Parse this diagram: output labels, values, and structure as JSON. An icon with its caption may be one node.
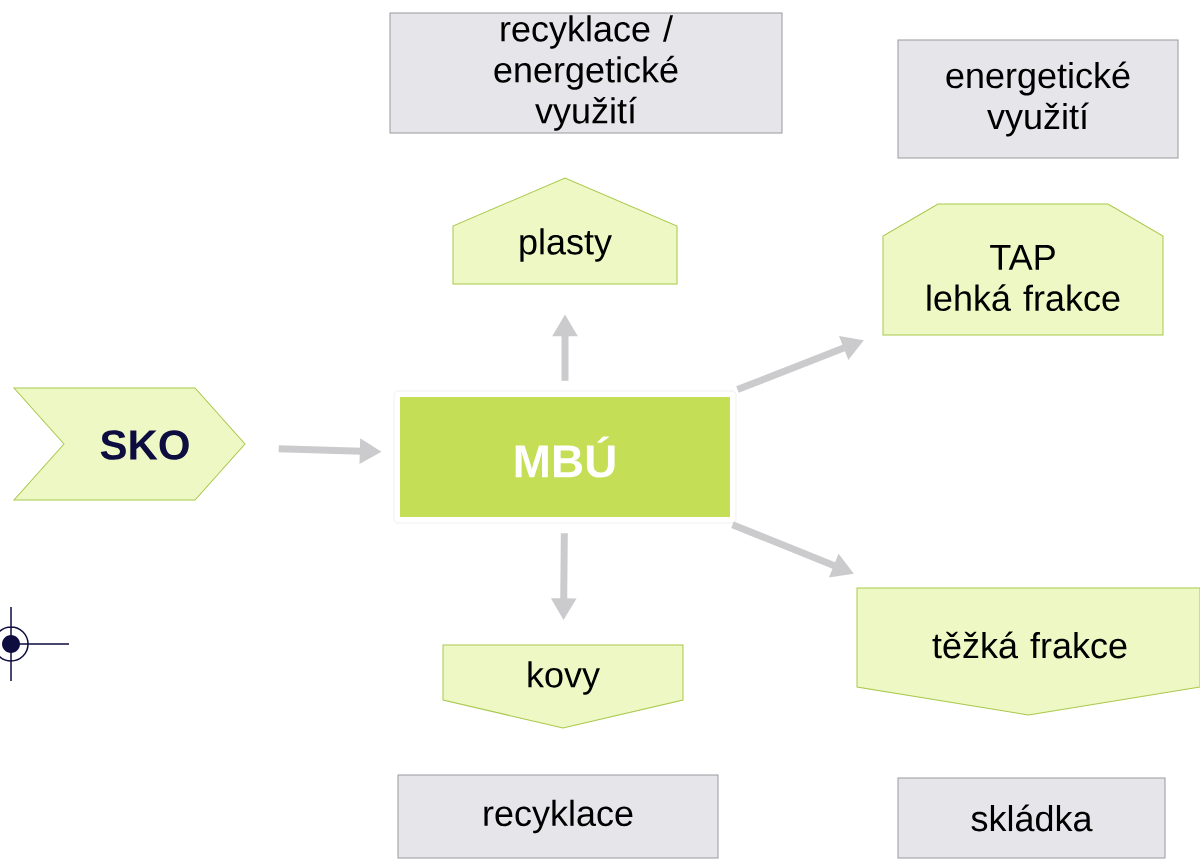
{
  "diagram": {
    "nodes": [
      {
        "text": [
          "SKO"
        ]
      },
      {
        "text": [
          "MBÚ"
        ]
      },
      {
        "text": [
          "recyklace / energetické využití"
        ]
      },
      {
        "text": [
          "plasty"
        ]
      },
      {
        "text": [
          "energetické využití"
        ]
      },
      {
        "text": [
          "TAP",
          "lehká frakce"
        ]
      },
      {
        "text": [
          "kovy"
        ]
      },
      {
        "text": [
          "těžká frakce"
        ]
      },
      {
        "text": [
          "recyklace"
        ]
      },
      {
        "text": [
          "skládka"
        ]
      }
    ],
    "edges": [
      {
        "from": 0,
        "to": 1,
        "arrow": "to"
      },
      {
        "from": 1,
        "to": 3,
        "arrow": "to"
      },
      {
        "from": 1,
        "to": 5,
        "arrow": "to"
      },
      {
        "from": 1,
        "to": 6,
        "arrow": "to"
      },
      {
        "from": 1,
        "to": 7,
        "arrow": "to"
      }
    ]
  }
}
